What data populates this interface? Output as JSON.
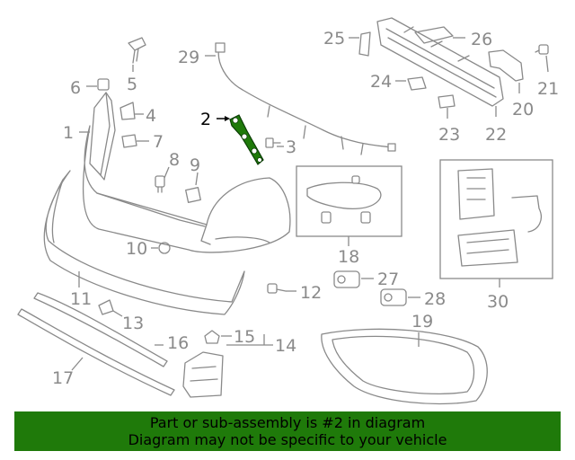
{
  "diagram": {
    "highlighted_part": "2",
    "callouts": [
      "1",
      "2",
      "3",
      "4",
      "5",
      "6",
      "7",
      "8",
      "9",
      "10",
      "11",
      "12",
      "13",
      "14",
      "15",
      "16",
      "17",
      "18",
      "19",
      "20",
      "21",
      "22",
      "23",
      "24",
      "25",
      "26",
      "27",
      "28",
      "29",
      "30"
    ]
  },
  "banner": {
    "line1": "Part or sub-assembly is #2 in diagram",
    "line2": "Diagram may not be specific to your vehicle",
    "background": "#1f7a0a"
  },
  "colors": {
    "line": "#8a8a8a",
    "highlight": "#000000",
    "highlight_part": "#1f7a0a"
  }
}
